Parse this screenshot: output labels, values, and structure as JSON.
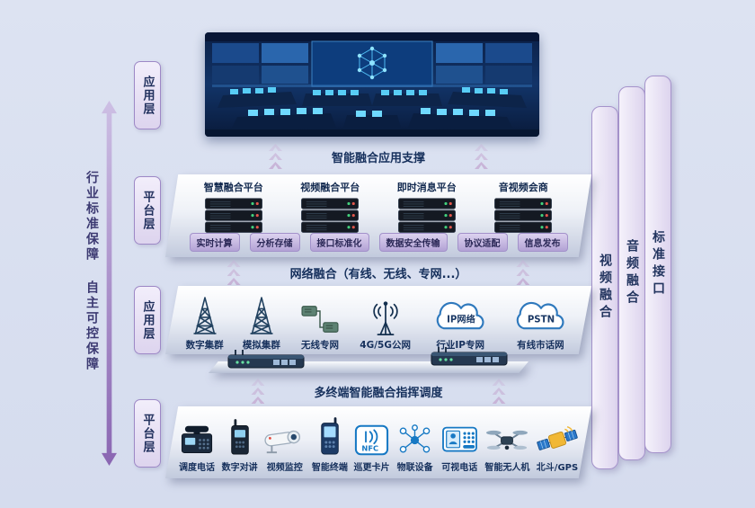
{
  "colors": {
    "background": "#dde3f2",
    "accent_purple": "#8a6fb8",
    "navy_text": "#16305c",
    "cloud_blue": "#2f79bd"
  },
  "left_rail": {
    "guarantee_labels": [
      "行业标准保障",
      "自主可控保障"
    ],
    "layer_chips": [
      {
        "label": "应用层"
      },
      {
        "label": "平台层"
      },
      {
        "label": "应用层"
      },
      {
        "label": "平台层"
      }
    ]
  },
  "right_rail": {
    "bars": [
      {
        "label": "视频融合"
      },
      {
        "label": "音频融合"
      },
      {
        "label": "标准接口"
      }
    ]
  },
  "flow_labels": {
    "app_support": "智能融合应用支撑",
    "network_fusion": "网络融合（有线、无线、专网...）",
    "dispatch": "多终端智能融合指挥调度"
  },
  "platform_layer": {
    "platforms": [
      {
        "name": "智慧融合平台"
      },
      {
        "name": "视频融合平台"
      },
      {
        "name": "即时消息平台"
      },
      {
        "name": "音视频会商"
      }
    ],
    "capabilities": [
      {
        "label": "实时计算"
      },
      {
        "label": "分析存储"
      },
      {
        "label": "接口标准化"
      },
      {
        "label": "数据安全传输"
      },
      {
        "label": "协议适配"
      },
      {
        "label": "信息发布"
      }
    ]
  },
  "network_layer": {
    "items": [
      {
        "label": "数字集群",
        "icon": "lattice-tower-icon"
      },
      {
        "label": "模拟集群",
        "icon": "lattice-tower-icon"
      },
      {
        "label": "无线专网",
        "icon": "wireless-nodes-icon"
      },
      {
        "label": "4G/5G公网",
        "icon": "antenna-icon"
      },
      {
        "label": "行业IP专网",
        "icon": "cloud-icon",
        "cloud_text": "IP网络"
      },
      {
        "label": "有线市话网",
        "icon": "cloud-icon",
        "cloud_text": "PSTN"
      }
    ]
  },
  "terminal_layer": {
    "items": [
      {
        "label": "调度电话",
        "icon": "desk-phone-icon"
      },
      {
        "label": "数字对讲",
        "icon": "walkie-talkie-icon"
      },
      {
        "label": "视频监控",
        "icon": "cctv-camera-icon"
      },
      {
        "label": "智能终端",
        "icon": "handheld-terminal-icon"
      },
      {
        "label": "巡更卡片",
        "icon": "nfc-card-icon",
        "card_text": "NFC"
      },
      {
        "label": "物联设备",
        "icon": "iot-devices-icon"
      },
      {
        "label": "可视电话",
        "icon": "video-phone-icon"
      },
      {
        "label": "智能无人机",
        "icon": "drone-icon"
      },
      {
        "label": "北斗/GPS",
        "icon": "satellite-icon"
      }
    ]
  }
}
